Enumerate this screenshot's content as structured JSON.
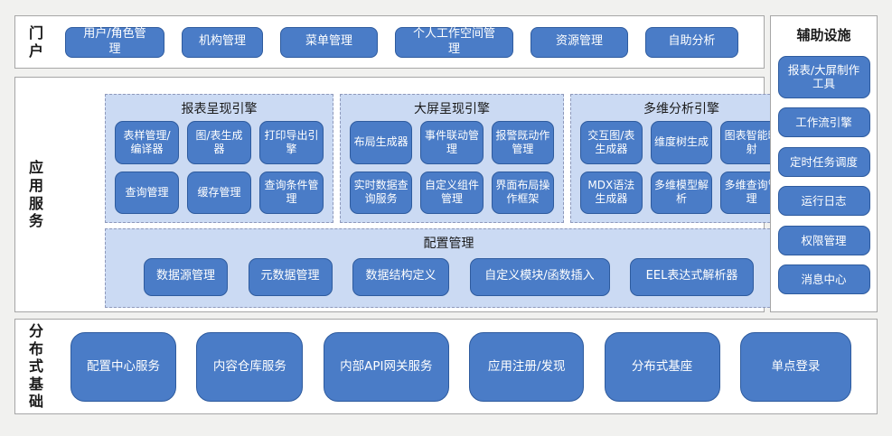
{
  "colors": {
    "page_background": "#f1f1ef",
    "section_background": "#ffffff",
    "section_border": "#a6a6a6",
    "panel_background": "#cbdaf3",
    "panel_border_dashed": "#8e99bb",
    "button_fill": "#4a7cc7",
    "button_border": "#2e5b9e",
    "button_text": "#ffffff",
    "label_text": "#1a1a1a"
  },
  "portal": {
    "label": "门户",
    "buttons": [
      "用户/角色管理",
      "机构管理",
      "菜单管理",
      "个人工作空间管理",
      "资源管理",
      "自助分析"
    ]
  },
  "app_services": {
    "label": "应用服务",
    "engines": [
      {
        "title": "报表呈现引擎",
        "buttons": [
          "表样管理/编译器",
          "图/表生成器",
          "打印导出引擎",
          "查询管理",
          "缓存管理",
          "查询条件管理"
        ]
      },
      {
        "title": "大屏呈现引擎",
        "buttons": [
          "布局生成器",
          "事件联动管理",
          "报警既动作管理",
          "实时数据查询服务",
          "自定义组件管理",
          "界面布局操作框架"
        ]
      },
      {
        "title": "多维分析引擎",
        "buttons": [
          "交互图/表生成器",
          "维度树生成",
          "图表智能映射",
          "MDX语法生成器",
          "多维模型解析",
          "多维查询管理"
        ]
      }
    ],
    "config": {
      "title": "配置管理",
      "buttons": [
        "数据源管理",
        "元数据管理",
        "数据结构定义",
        "自定义模块/函数插入",
        "EEL表达式解析器"
      ]
    }
  },
  "aux": {
    "title": "辅助设施",
    "buttons": [
      "报表/大屏制作工具",
      "工作流引擎",
      "定时任务调度",
      "运行日志",
      "权限管理",
      "消息中心"
    ]
  },
  "distributed": {
    "label": "分布式基础",
    "buttons": [
      "配置中心服务",
      "内容仓库服务",
      "内部API网关服务",
      "应用注册/发现",
      "分布式基座",
      "单点登录"
    ]
  }
}
